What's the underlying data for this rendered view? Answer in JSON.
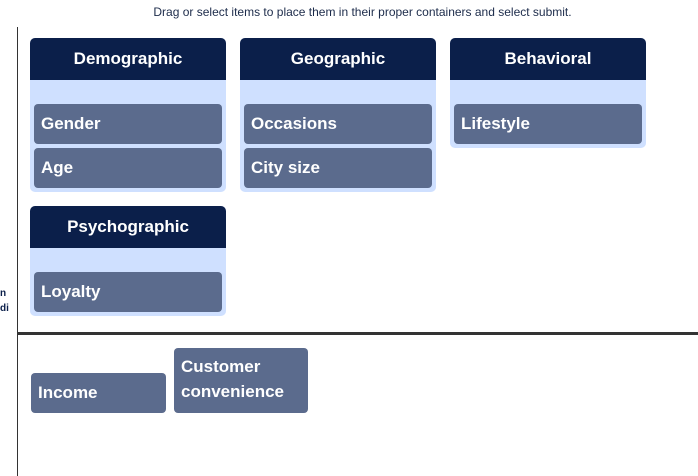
{
  "instruction": "Drag or select items to place them in their proper containers and select submit.",
  "side_fragments": [
    "n",
    "di"
  ],
  "containers": [
    {
      "title": "Demographic",
      "items": [
        "Gender",
        "Age"
      ]
    },
    {
      "title": "Geographic",
      "items": [
        "Occasions",
        "City size"
      ]
    },
    {
      "title": "Behavioral",
      "items": [
        "Lifestyle"
      ]
    },
    {
      "title": "Psychographic",
      "items": [
        "Loyalty"
      ]
    }
  ],
  "unplaced_items": [
    {
      "lines": [
        "Income"
      ]
    },
    {
      "lines": [
        "Customer",
        "convenience"
      ]
    }
  ]
}
